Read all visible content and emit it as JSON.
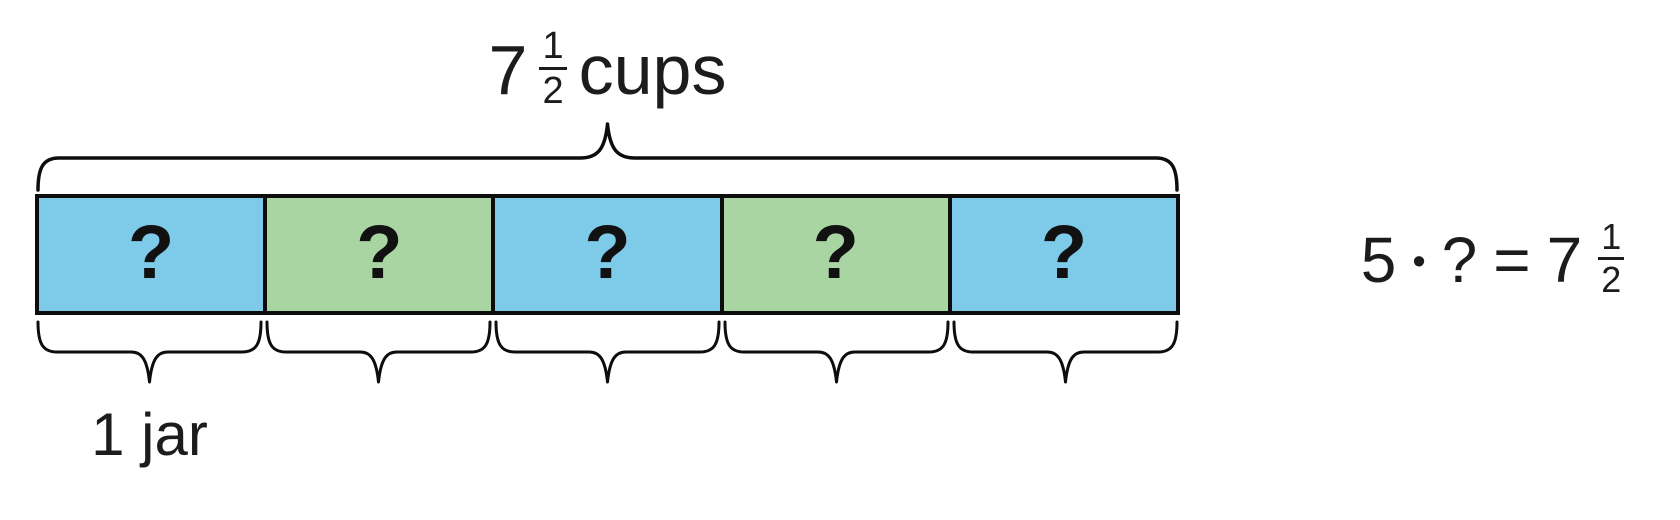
{
  "title": {
    "whole": "7",
    "num": "1",
    "den": "2",
    "unit": "cups"
  },
  "bar": {
    "cells": [
      {
        "label": "?",
        "color": "blue"
      },
      {
        "label": "?",
        "color": "green"
      },
      {
        "label": "?",
        "color": "blue"
      },
      {
        "label": "?",
        "color": "green"
      },
      {
        "label": "?",
        "color": "blue"
      }
    ]
  },
  "bottom_label": "1 jar",
  "equation": {
    "factor": "5",
    "operator": "•",
    "unknown": "?",
    "equals": "=",
    "whole": "7",
    "num": "1",
    "den": "2"
  },
  "colors": {
    "cell_blue": "#7ecae9",
    "cell_green": "#a9d5a3",
    "line": "#0d0d0d",
    "text": "#1c1c1c",
    "background": "#ffffff"
  }
}
